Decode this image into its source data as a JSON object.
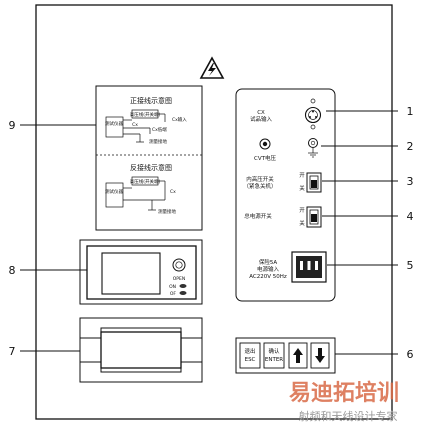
{
  "callouts": [
    "1",
    "2",
    "3",
    "4",
    "5",
    "6",
    "7",
    "8",
    "9"
  ],
  "schematic": {
    "forward_title": "正接线示意图",
    "reverse_title": "反接线示意图",
    "forward_meter": "测试仪器",
    "reverse_meter": "测试仪器",
    "hv_label": "高压线(开关端)",
    "cx_label": "Cx",
    "cx_input": "Cx输入",
    "cx_low": "Cx低端",
    "ground": "测量接地",
    "hv_label_rev": "高压线(开关端)",
    "cx_label_rev": "Cx",
    "ground_rev": "测量接地"
  },
  "right_panel": {
    "cx_input_label1": "CX",
    "cx_input_label2": "试品输入",
    "cvt_label": "CVT电压",
    "internal_hv_label1": "内高压开关",
    "internal_hv_label2": "（紧急关机）",
    "switch_text1": "开",
    "switch_text2": "关",
    "main_power_label": "总电源开关",
    "switch2_text1": "开",
    "switch2_text2": "关",
    "fuse_label1": "保险5A",
    "fuse_label2": "电源输入",
    "fuse_label3": "AC220V  50Hz"
  },
  "display_unit": {
    "open_label": "OPEN",
    "knob_label1": "ON",
    "knob_label2": "OF"
  },
  "keypad": {
    "esc_label1": "退出",
    "esc_label2": "ESC",
    "enter_label1": "确认",
    "enter_label2": "ENTER",
    "up_icon": "arrow-up-icon",
    "down_icon": "arrow-down-icon"
  },
  "watermark": {
    "brand": "易迪拓培训",
    "slogan": "射频和天线设计专家"
  },
  "colors": {
    "stroke": "#111111",
    "panel": "#ffffff",
    "watermark": "#d96b47"
  }
}
